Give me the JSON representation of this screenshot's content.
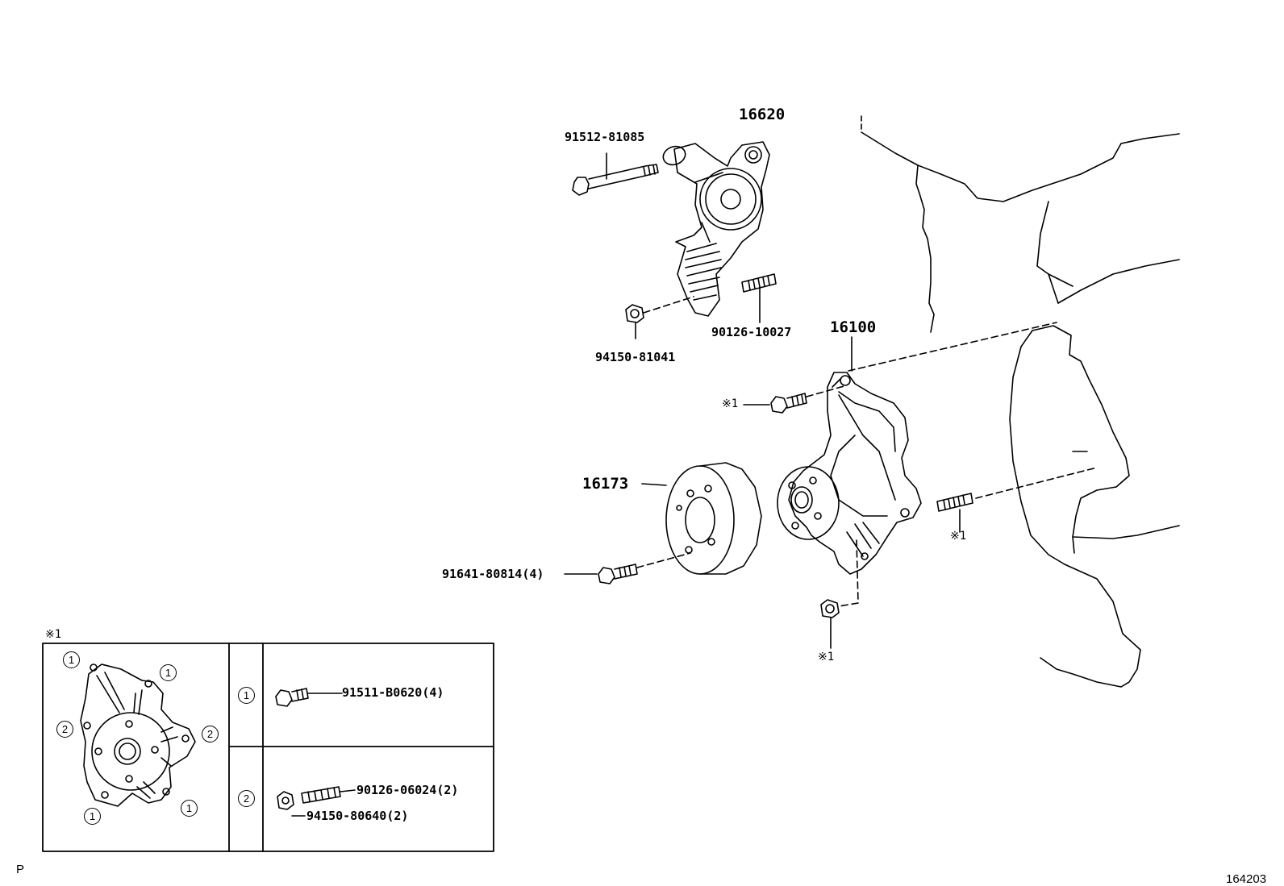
{
  "parts": {
    "tensioner": "16620",
    "tensioner_bolt": "91512-81085",
    "tensioner_stud": "90126-10027",
    "tensioner_nut": "94150-81041",
    "water_pump": "16100",
    "pulley": "16173",
    "pulley_bolt": "91641-80814(4)"
  },
  "refs": {
    "bolt_ref": "※1",
    "stud_ref": "※1",
    "nut_ref": "※1"
  },
  "inset": {
    "title": "※1",
    "callout_1": "1",
    "callout_2": "2",
    "row1_index": "1",
    "row1_part": "91511-B0620(4)",
    "row2_index": "2",
    "row2_part_a": "90126-06024(2)",
    "row2_part_b": "94150-80640(2)"
  },
  "footer": {
    "left_mark": "P",
    "diagram_id": "164203"
  }
}
